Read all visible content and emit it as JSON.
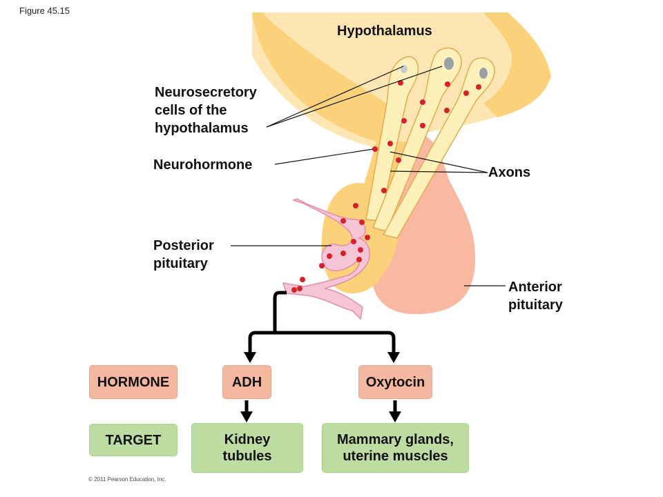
{
  "figure_label": "Figure 45.15",
  "labels": {
    "hypothalamus": "Hypothalamus",
    "neurosecretory": "Neurosecretory cells of the hypothalamus",
    "neurohormone": "Neurohormone",
    "axons": "Axons",
    "posterior_pituitary": "Posterior pituitary",
    "anterior_pituitary": "Anterior pituitary"
  },
  "rows": {
    "hormone_header": "HORMONE",
    "target_header": "TARGET"
  },
  "hormones": [
    "ADH",
    "Oxytocin"
  ],
  "targets": [
    "Kidney tubules",
    "Mammary glands, uterine muscles"
  ],
  "copyright": "© 2011 Pearson Education, Inc.",
  "colors": {
    "hypothalamus_fill": "#fde6b3",
    "tissue_fill": "#fbd17a",
    "anterior_fill": "#f8b9a0",
    "vessel_fill": "#f6c5d5",
    "neurohormone_dot": "#d8202a",
    "hormone_box": "#f4b7a0",
    "target_box": "#bddca1"
  }
}
